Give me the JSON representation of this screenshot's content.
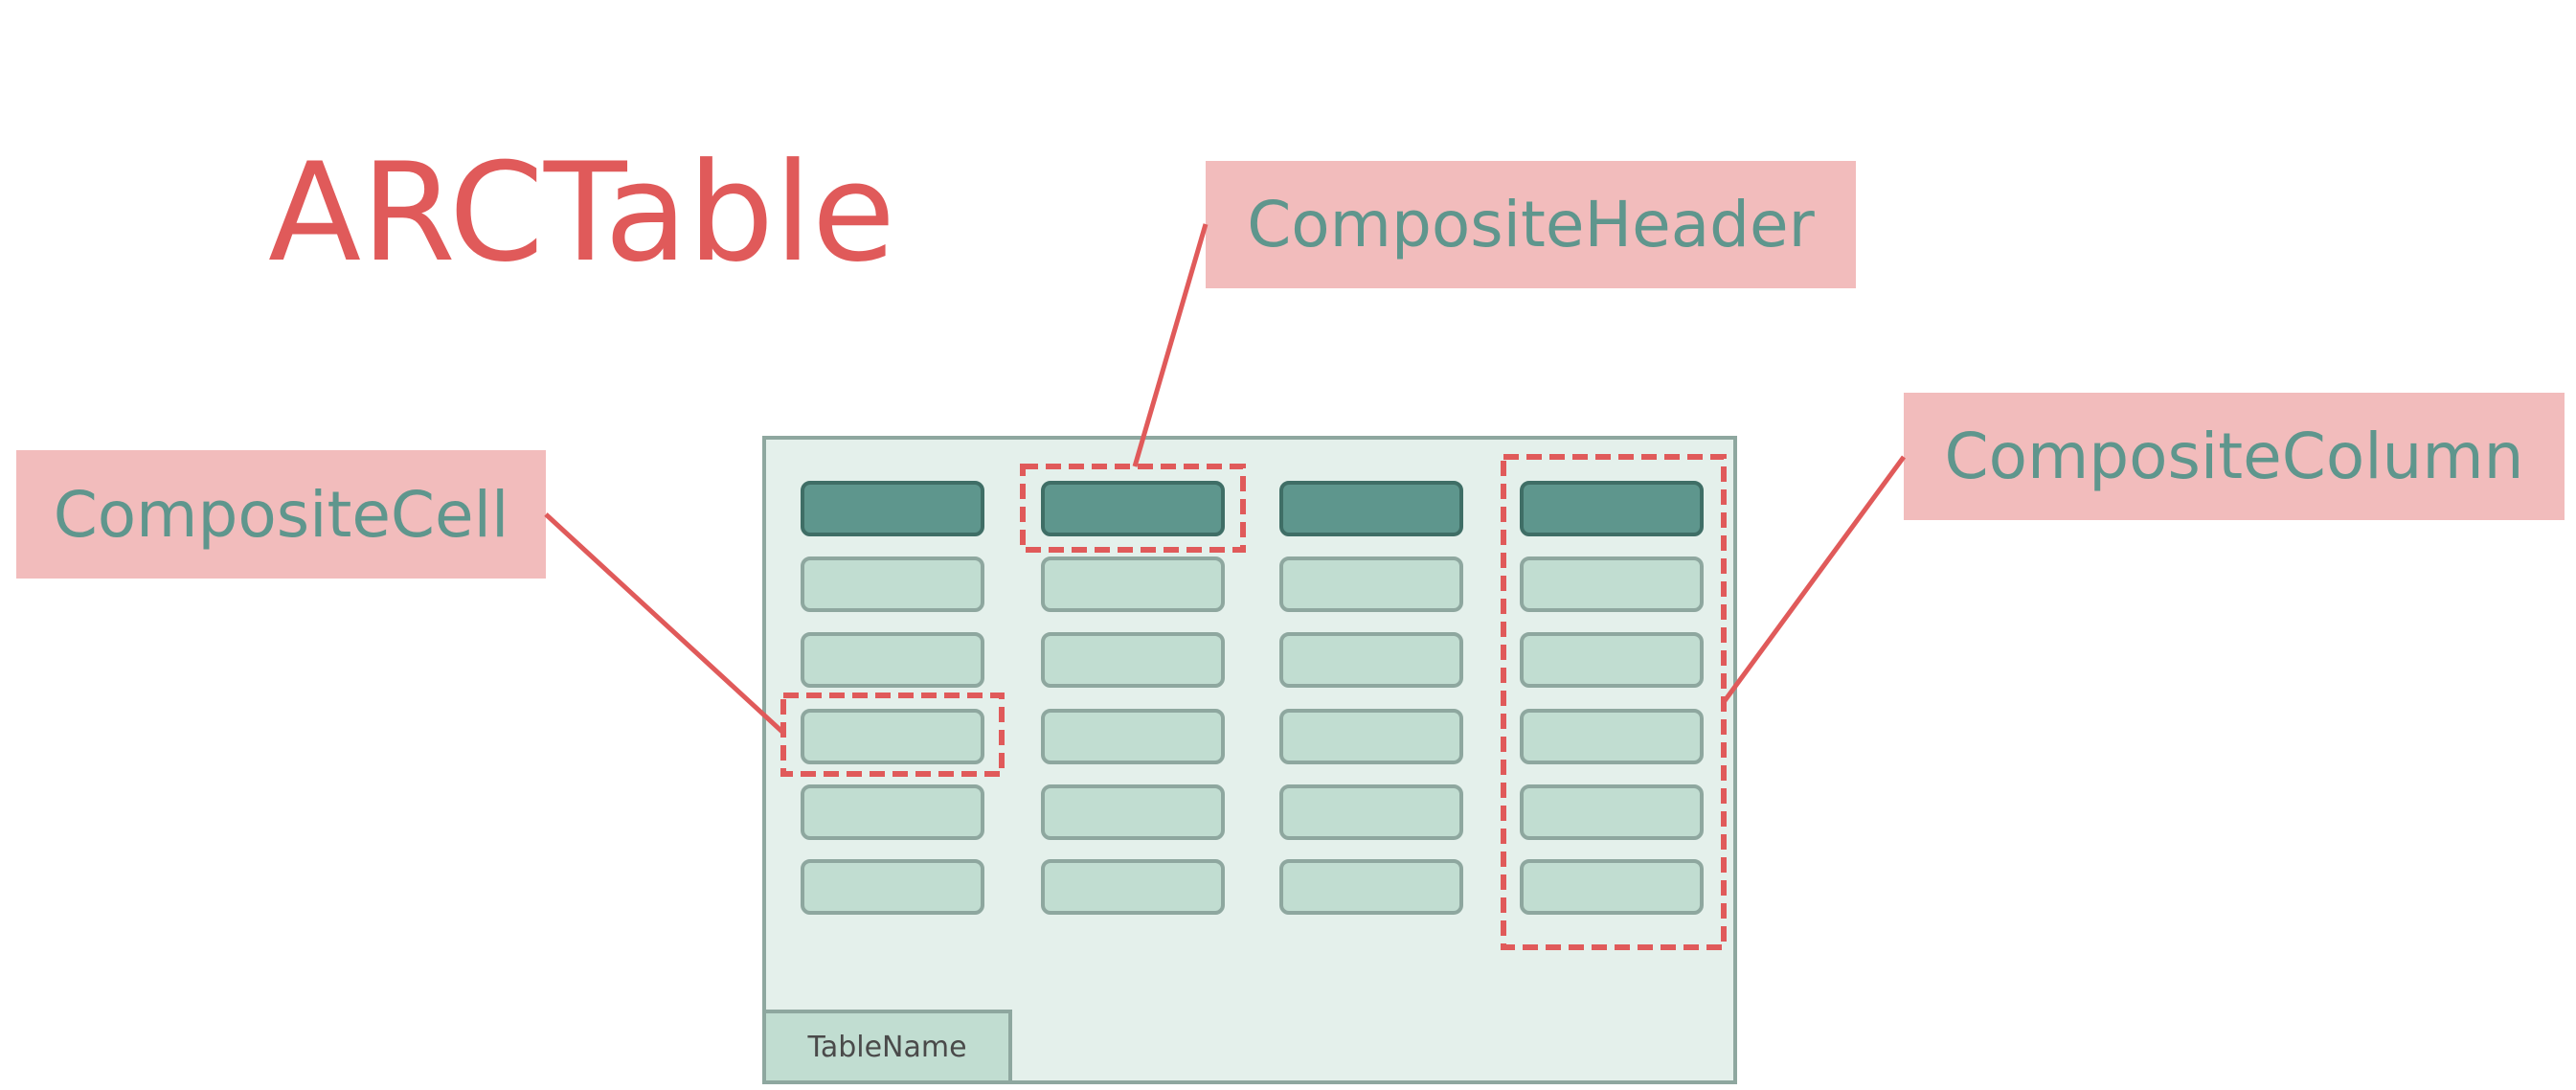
{
  "title": "ARCTable",
  "labels": {
    "composite_cell": "CompositeCell",
    "composite_header": "CompositeHeader",
    "composite_column": "CompositeColumn"
  },
  "table": {
    "name": "TableName",
    "columns": 4,
    "body_rows": 5
  },
  "colors": {
    "title": "#e05a5a",
    "label_bg": "#f2bcbc",
    "label_text": "#5f968d",
    "panel_bg": "#e4f0eb",
    "panel_border": "#8ea79f",
    "header_cell": "#5e968d",
    "body_cell": "#c1ddd1",
    "highlight": "#e05a5a"
  }
}
